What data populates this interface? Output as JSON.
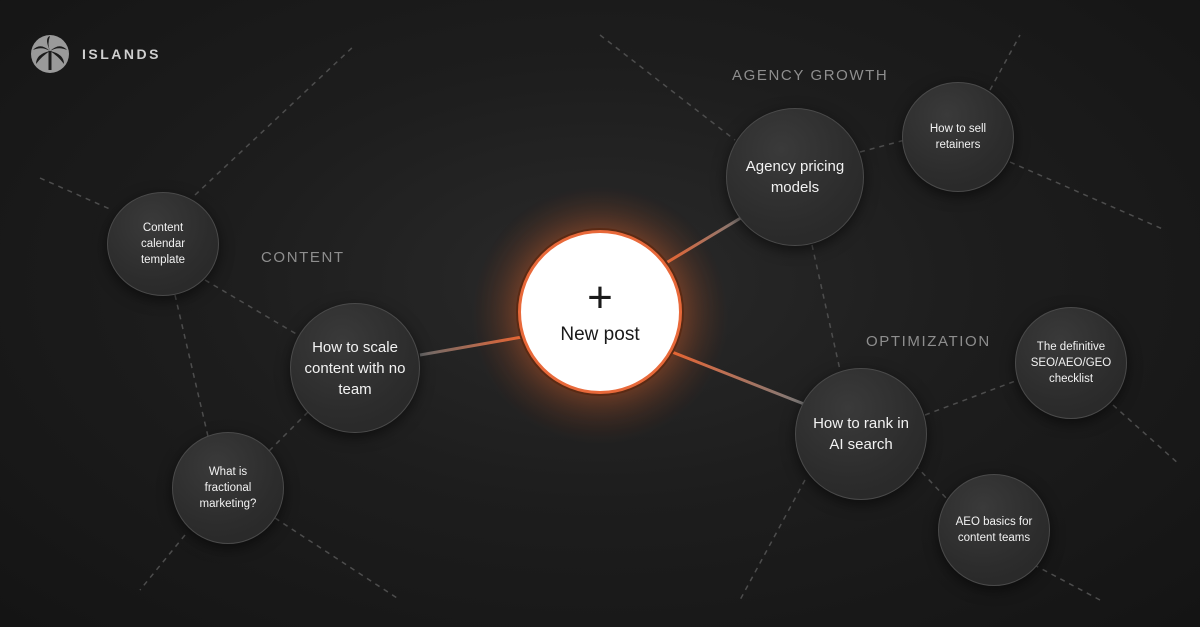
{
  "brand": {
    "name": "ISLANDS",
    "icon": "palm-tree-icon"
  },
  "colors": {
    "accent": "#e8693a",
    "background": "#1b1b1b",
    "node": "#2e2e2e"
  },
  "categories": {
    "content": "CONTENT",
    "agency_growth": "AGENCY GROWTH",
    "optimization": "OPTIMIZATION"
  },
  "center": {
    "icon": "plus-icon",
    "symbol": "+",
    "label": "New post"
  },
  "nodes": {
    "content_calendar": "Content calendar template",
    "scale_content": "How to scale content with no team",
    "fractional": "What is fractional marketing?",
    "agency_pricing": "Agency pricing models",
    "sell_retainers": "How to sell retainers",
    "rank_ai": "How to rank in AI search",
    "seo_checklist": "The definitive SEO/AEO/GEO checklist",
    "aeo_basics": "AEO basics for content teams"
  }
}
